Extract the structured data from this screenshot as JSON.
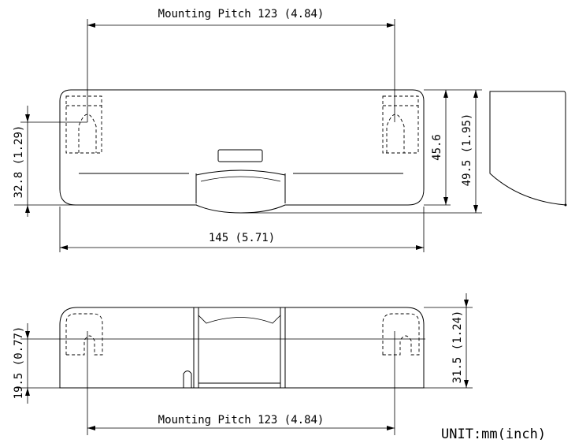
{
  "top_view": {
    "mounting_pitch": "Mounting Pitch 123 (4.84)",
    "hole_height": "32.8 (1.29)",
    "body_height": "45.6",
    "total_height": "49.5 (1.95)",
    "width": "145 (5.71)"
  },
  "bottom_view": {
    "mounting_pitch": "Mounting Pitch 123 (4.84)",
    "hole_height": "19.5 (0.77)",
    "depth": "31.5 (1.24)"
  },
  "unit_label": "UNIT:mm(inch)"
}
